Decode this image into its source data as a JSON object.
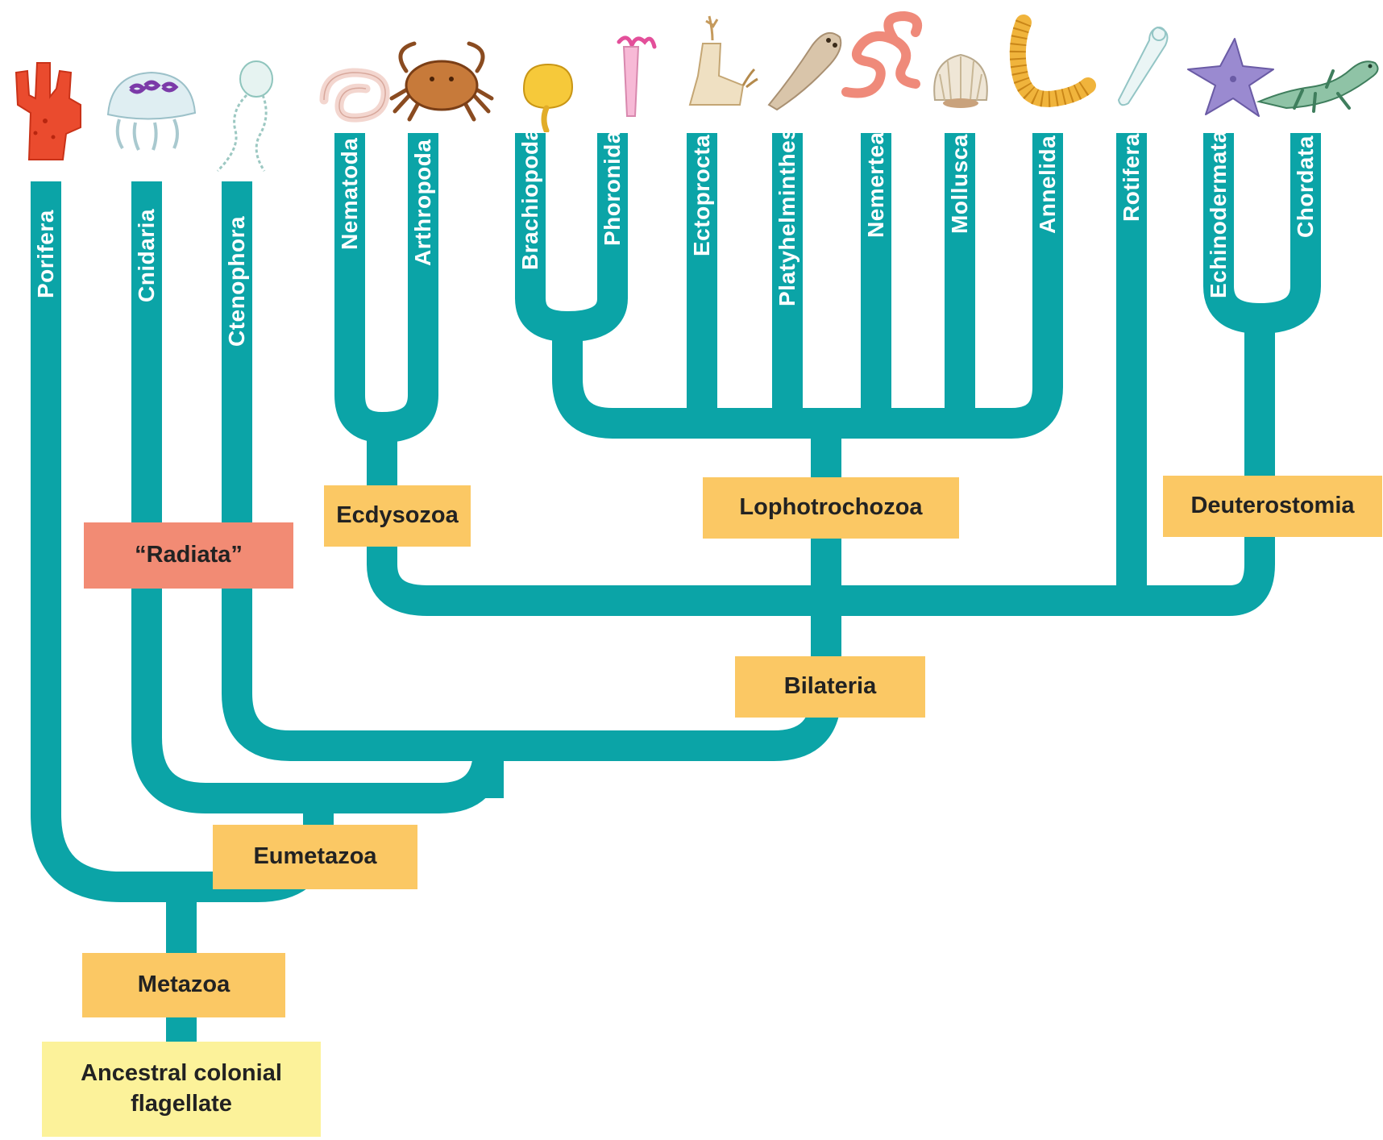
{
  "colors": {
    "branch": "#0ba4a7",
    "clade_box": "#fbc864",
    "radiata_box": "#f28b74",
    "root_box": "#fcf29a",
    "taxon_text": "#ffffff",
    "box_text": "#222222"
  },
  "taxa": {
    "porifera": "Porifera",
    "cnidaria": "Cnidaria",
    "ctenophora": "Ctenophora",
    "nematoda": "Nematoda",
    "arthropoda": "Arthropoda",
    "brachiopoda": "Brachiopoda",
    "phoronida": "Phoronida",
    "ectoprocta": "Ectoprocta",
    "platyhelminthes": "Platyhelminthes",
    "nemertea": "Nemertea",
    "mollusca": "Mollusca",
    "annelida": "Annelida",
    "rotifera": "Rotifera",
    "echinodermata": "Echinodermata",
    "chordata": "Chordata"
  },
  "clades": {
    "radiata": "“Radiata”",
    "ecdysozoa": "Ecdysozoa",
    "lophotrochozoa": "Lophotrochozoa",
    "deuterostomia": "Deuterostomia",
    "bilateria": "Bilateria",
    "eumetazoa": "Eumetazoa",
    "metazoa": "Metazoa",
    "ancestor_line1": "Ancestral colonial",
    "ancestor_line2": "flagellate"
  },
  "illustrations": [
    "sponge-icon",
    "jellyfish-icon",
    "comb-jelly-icon",
    "roundworm-icon",
    "crab-icon",
    "lamp-shell-icon",
    "phoronid-worm-icon",
    "bryozoan-icon",
    "flatworm-icon",
    "ribbon-worm-icon",
    "scallop-icon",
    "segmented-worm-icon",
    "rotifer-icon",
    "sea-star-icon",
    "salamander-icon"
  ]
}
